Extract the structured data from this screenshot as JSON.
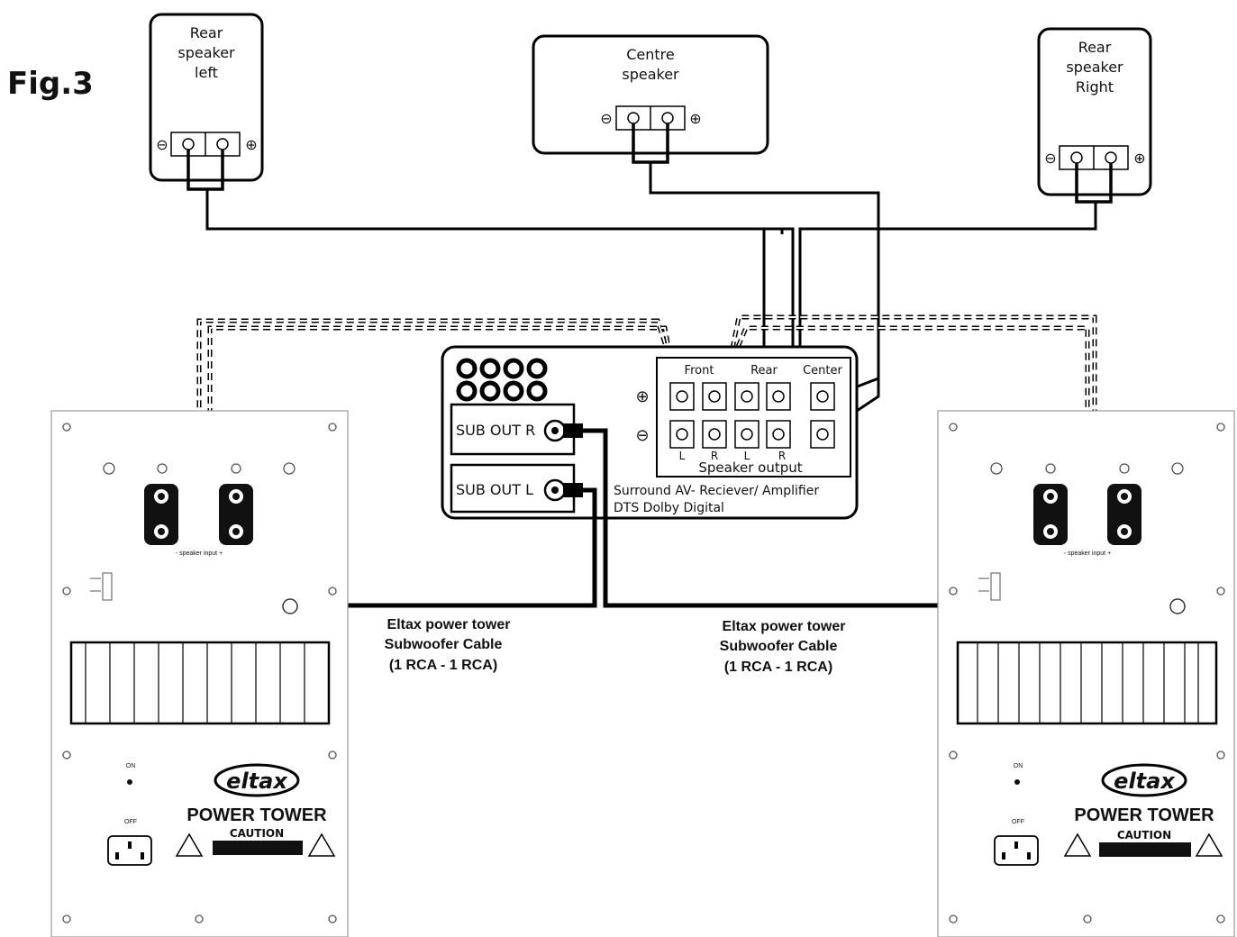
{
  "figure_label": "Fig.3",
  "speakers": {
    "rear_left": {
      "line1": "Rear",
      "line2": "speaker",
      "line3": "left"
    },
    "centre": {
      "line1": "Centre",
      "line2": "speaker"
    },
    "rear_right": {
      "line1": "Rear",
      "line2": "speaker",
      "line3": "Right"
    }
  },
  "receiver": {
    "sub_out_r": "SUB OUT R",
    "sub_out_l": "SUB OUT L",
    "name_line1": "Surround AV- Reciever/ Amplifier",
    "name_line2": "DTS Dolby Digital",
    "plus_sign": "⊕",
    "minus_sign": "⊖",
    "terminal_header_front": "Front",
    "terminal_header_rear": "Rear",
    "terminal_header_center": "Center",
    "terminal_L1": "L",
    "terminal_R1": "R",
    "terminal_L2": "L",
    "terminal_R2": "R",
    "speaker_output": "Speaker output"
  },
  "cables": {
    "left": {
      "line1": "Eltax power tower",
      "line2": "Subwoofer Cable",
      "line3": "(1 RCA - 1 RCA)"
    },
    "right": {
      "line1": "Eltax power tower",
      "line2": "Subwoofer Cable",
      "line3": "(1 RCA - 1 RCA)"
    }
  },
  "towers": {
    "left": {
      "speaker_input": "- speaker input +",
      "brand": "eltax",
      "model": "POWER TOWER",
      "caution": "CAUTION",
      "on": "ON",
      "off": "OFF"
    },
    "right": {
      "speaker_input": "- speaker input +",
      "brand": "eltax",
      "model": "POWER TOWER",
      "caution": "CAUTION",
      "on": "ON",
      "off": "OFF"
    }
  }
}
